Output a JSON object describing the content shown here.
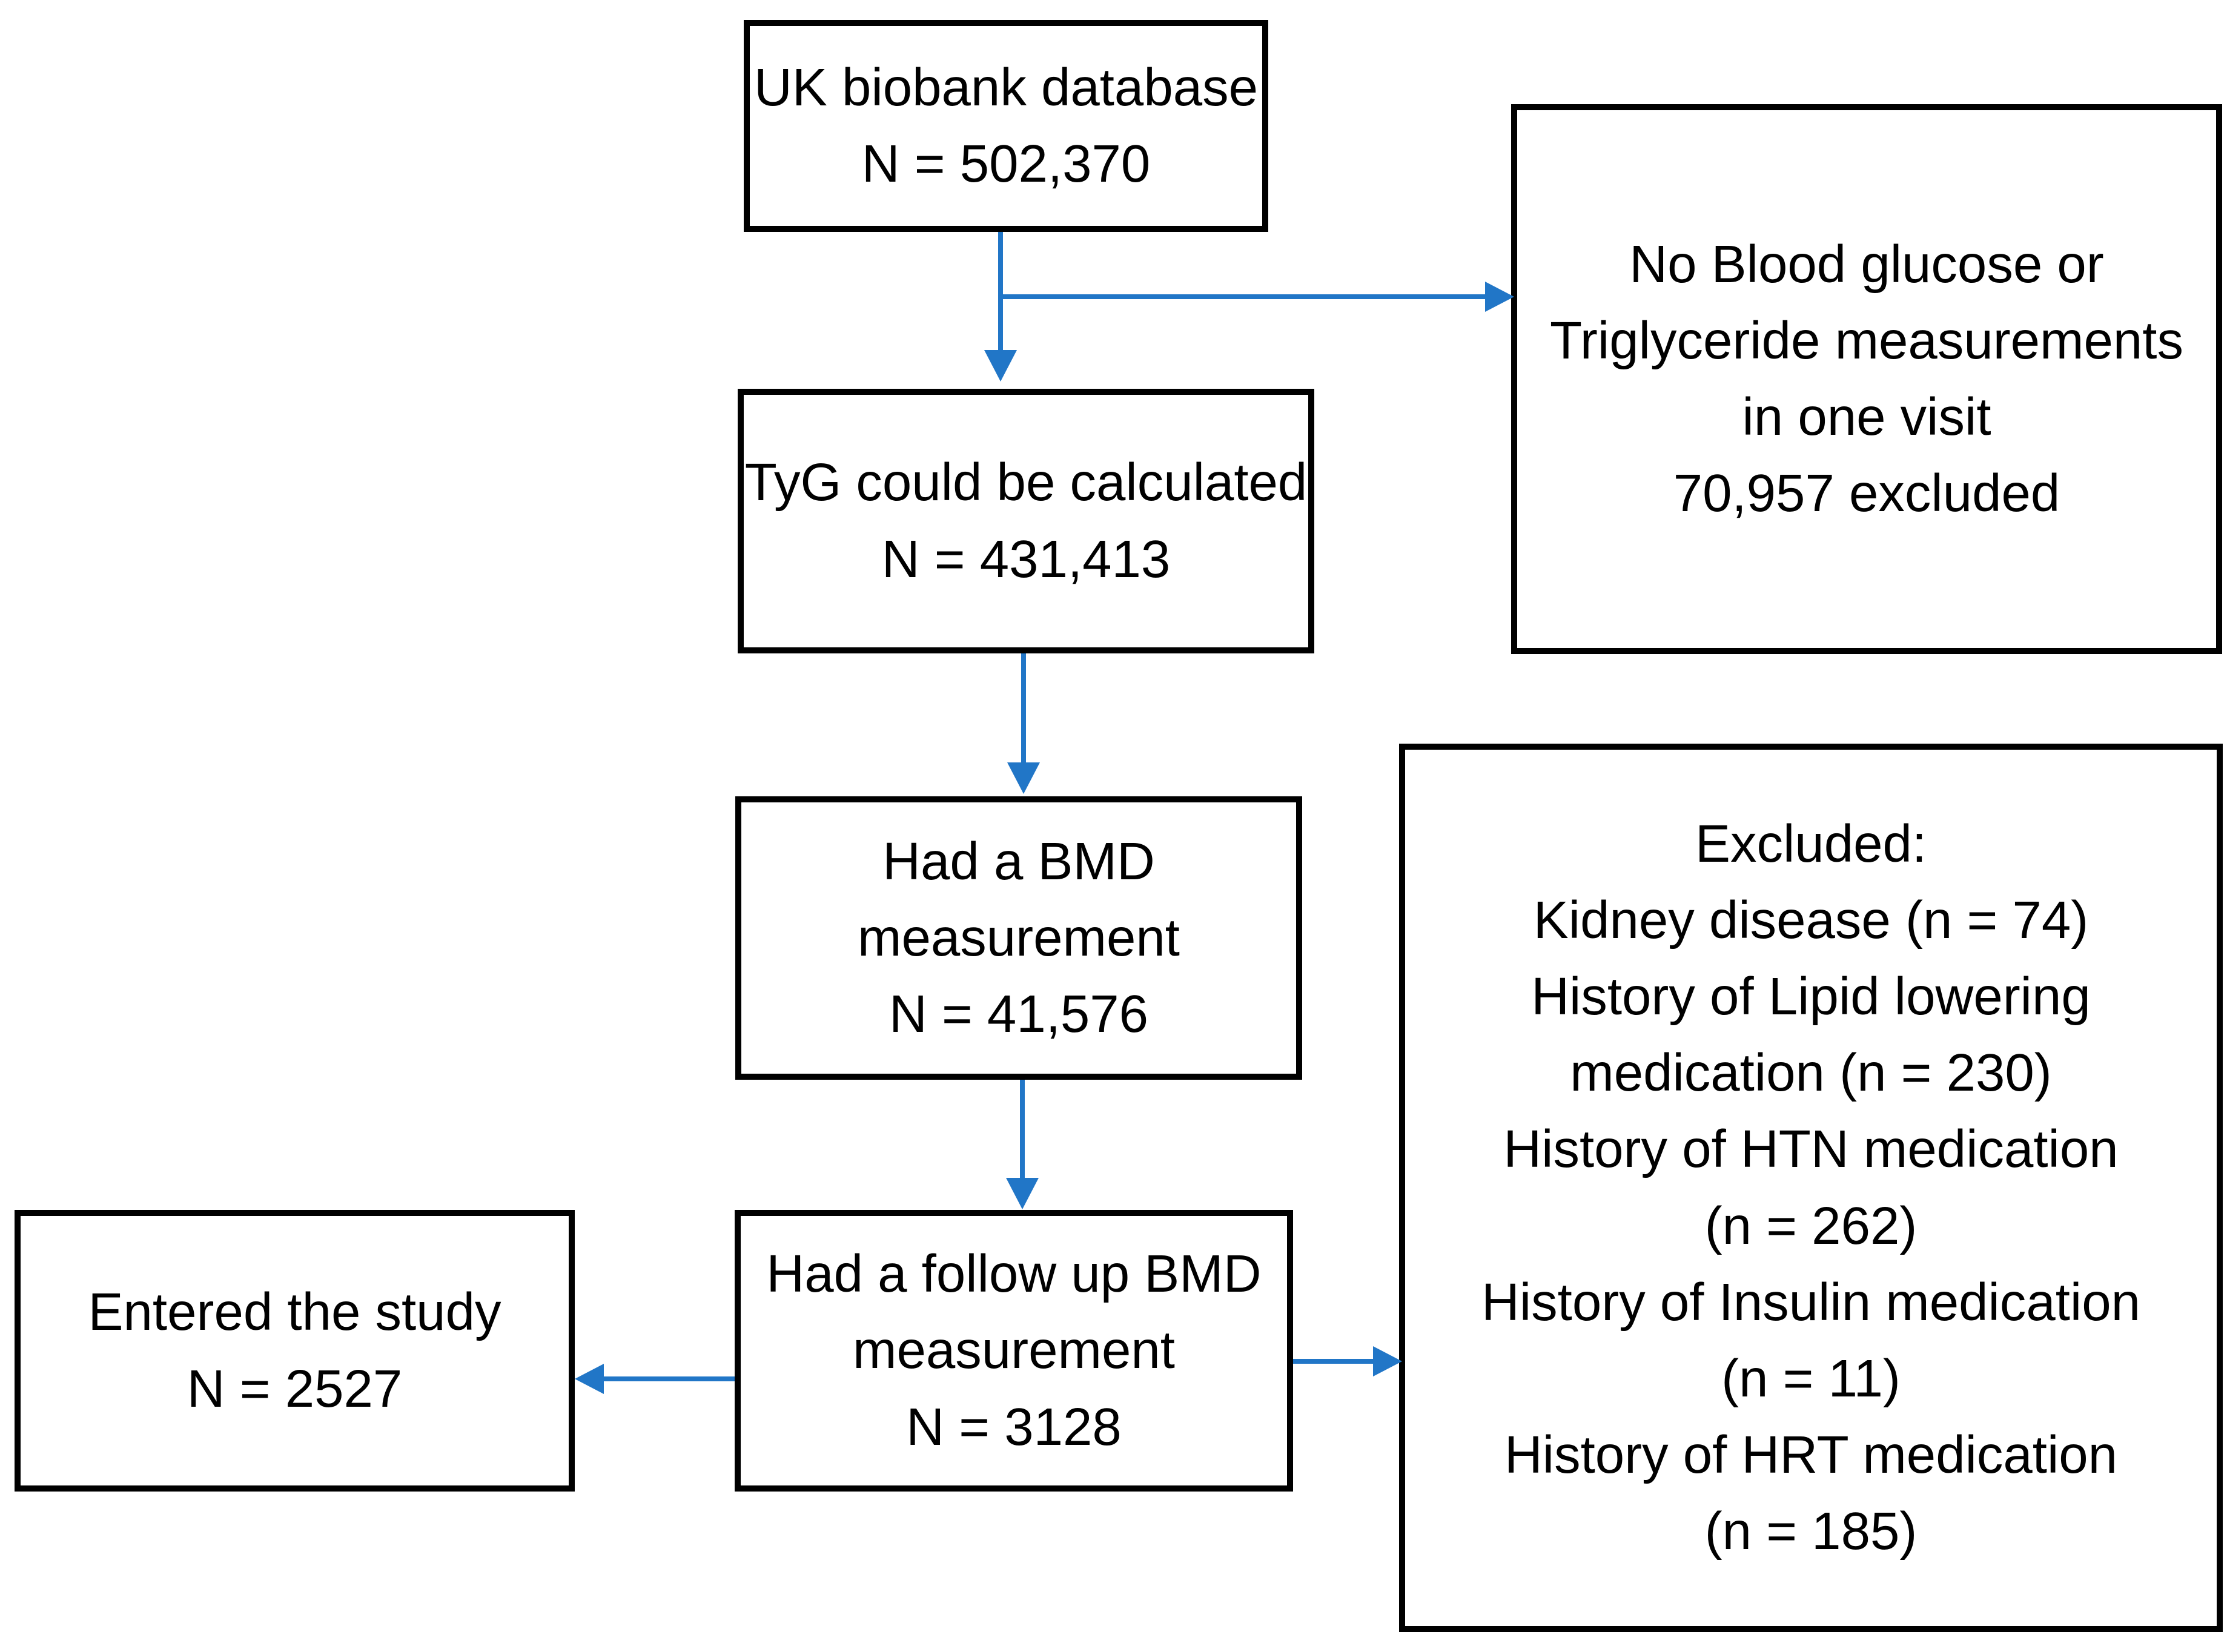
{
  "figure": {
    "type": "study-flow-diagram",
    "background": "#ffffff"
  },
  "colors": {
    "arrow": "#2176C7",
    "box_border": "#000000",
    "text": "#000000"
  },
  "boxes": {
    "uk_biobank": {
      "lines": [
        "UK biobank database",
        "N = 502,370"
      ]
    },
    "tyg": {
      "lines": [
        "TyG could be calculated",
        "N = 431,413"
      ]
    },
    "bmd": {
      "lines": [
        "Had a BMD",
        "measurement",
        "N = 41,576"
      ]
    },
    "followup": {
      "lines": [
        "Had a follow up BMD",
        "measurement",
        "N = 3128"
      ]
    },
    "entered": {
      "lines": [
        "Entered the study",
        "N = 2527"
      ]
    },
    "no_glucose": {
      "lines": [
        "No Blood glucose or",
        "Triglyceride measurements",
        "in one visit",
        "70,957 excluded"
      ]
    },
    "excluded": {
      "lines": [
        "Excluded:",
        "Kidney disease (n = 74)",
        "History of Lipid lowering",
        "medication (n = 230)",
        "History of HTN medication",
        "(n = 262)",
        "History of Insulin medication",
        "(n = 11)",
        "History of HRT medication",
        "(n = 185)"
      ]
    }
  },
  "flow": [
    {
      "from": "uk_biobank",
      "to": "tyg",
      "direction": "down"
    },
    {
      "from": "uk_biobank",
      "to": "no_glucose",
      "direction": "right"
    },
    {
      "from": "tyg",
      "to": "bmd",
      "direction": "down"
    },
    {
      "from": "bmd",
      "to": "followup",
      "direction": "down"
    },
    {
      "from": "followup",
      "to": "entered",
      "direction": "left"
    },
    {
      "from": "followup",
      "to": "excluded",
      "direction": "right"
    }
  ]
}
